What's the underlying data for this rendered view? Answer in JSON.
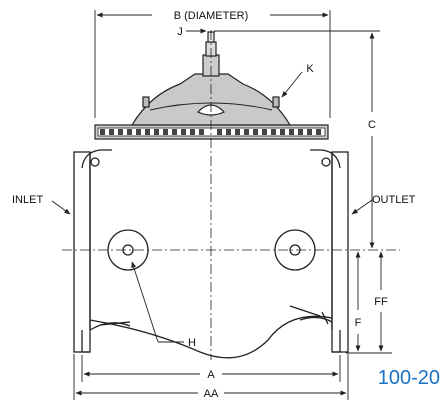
{
  "labels": {
    "B": "B (DIAMETER)",
    "J": "J",
    "K": "K",
    "C": "C",
    "INLET": "INLET",
    "OUTLET": "OUTLET",
    "F": "F",
    "FF": "FF",
    "H": "H",
    "A": "A",
    "AA": "AA"
  },
  "model_number": "100-20",
  "colors": {
    "outline": "#222222",
    "fill_gray": "#c9c9c9",
    "model_blue": "#1a73c8"
  }
}
